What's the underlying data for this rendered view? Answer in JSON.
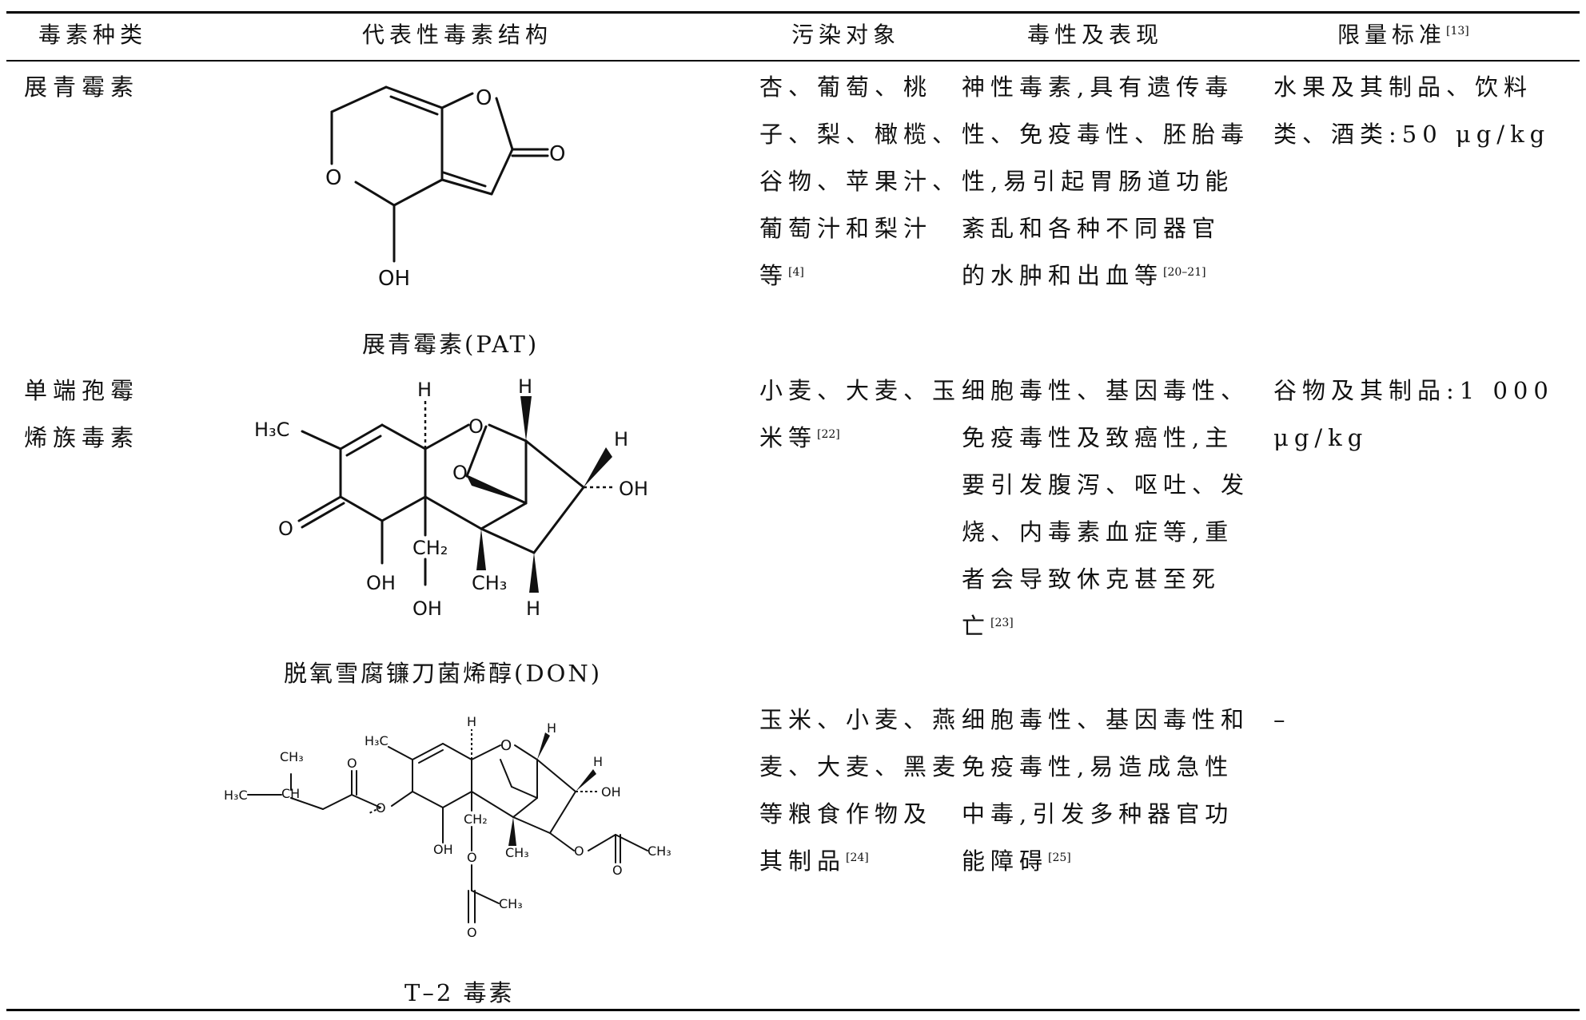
{
  "header": [
    "毒素种类",
    "代表性毒素结构",
    "污染对象",
    "毒性及表现",
    "限量标准",
    "[13]"
  ],
  "rows": [
    {
      "type_lines": [
        "展青霉素"
      ],
      "caption": "展青霉素(PAT)",
      "struct_labels": [
        "O",
        "O",
        "O",
        "OH"
      ],
      "target": {
        "lines": [
          "杏、葡萄、桃",
          "子、梨、橄榄、",
          "谷物、苹果汁、",
          "葡萄汁和梨汁",
          "等"
        ],
        "ref": "[4]"
      },
      "tox": {
        "lines": [
          "神性毒素,具有遗传毒",
          "性、免疫毒性、胚胎毒",
          "性,易引起胃肠道功能",
          "紊乱和各种不同器官",
          "的水肿和出血等"
        ],
        "ref": "[20–21]"
      },
      "limit": {
        "lines": [
          "水果及其制品、饮料",
          "类、酒类:50 μg/kg"
        ],
        "ref": ""
      }
    },
    {
      "type_lines": [
        "单端孢霉",
        "烯族毒素"
      ],
      "caption": "脱氧雪腐镰刀菌烯醇(DON)",
      "struct_labels": [
        "H",
        "H",
        "O",
        "H",
        "OH",
        "H₃C",
        "O",
        "O",
        "CH₂",
        "OH",
        "CH₃",
        "OH",
        "H"
      ],
      "target": {
        "lines": [
          "小麦、大麦、玉",
          "米等"
        ],
        "ref": "[22]"
      },
      "tox": {
        "lines": [
          "细胞毒性、基因毒性、",
          "免疫毒性及致癌性,主",
          "要引发腹泻、呕吐、发",
          "烧、内毒素血症等,重",
          "者会导致休克甚至死",
          "亡"
        ],
        "ref": "[23]"
      },
      "limit": {
        "lines": [
          "谷物及其制品:1 000",
          "μg/kg"
        ],
        "ref": ""
      }
    },
    {
      "type_lines": [],
      "caption": "T–2 毒素",
      "struct_labels": [
        "H₃C",
        "H",
        "O",
        "H",
        "H",
        "CH₃",
        "O",
        "OH",
        "CH",
        "H₃C",
        "O",
        "OH",
        "CH₂",
        "CH₃",
        "O",
        "CH₃",
        "O",
        "O",
        "CH₃",
        "O"
      ],
      "target": {
        "lines": [
          "玉米、小麦、燕",
          "麦、大麦、黑麦",
          "等粮食作物及",
          "其制品"
        ],
        "ref": "[24]"
      },
      "tox": {
        "lines": [
          "细胞毒性、基因毒性和",
          "免疫毒性,易造成急性",
          "中毒,引发多种器官功",
          "能障碍"
        ],
        "ref": "[25]"
      },
      "limit": {
        "lines": [
          "–"
        ],
        "ref": ""
      }
    }
  ]
}
